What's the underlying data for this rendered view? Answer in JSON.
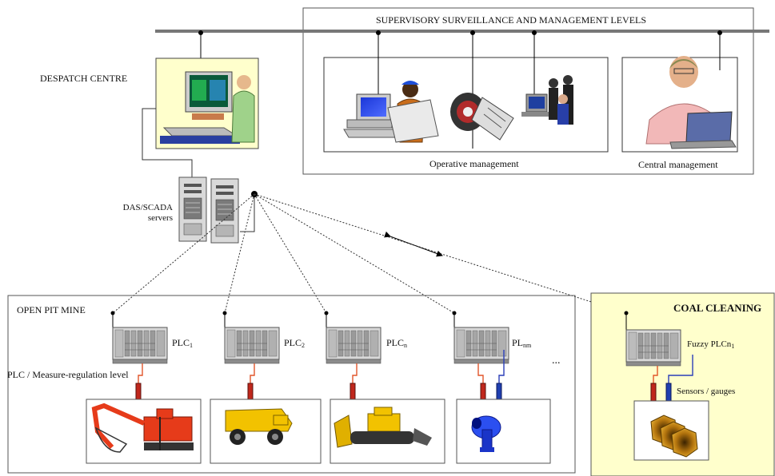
{
  "supervisory": {
    "title": "SUPERVISORY SURVEILLANCE AND MANAGEMENT LEVELS",
    "operative": "Operative management",
    "central": "Central management"
  },
  "despatch": {
    "title": "DESPATCH CENTRE"
  },
  "servers": {
    "line1": "DAS/SCADA",
    "line2": "servers"
  },
  "mine": {
    "title": "OPEN PIT MINE",
    "level": "PLC / Measure-regulation level",
    "ellipsis": "...",
    "plcs": [
      {
        "base": "PLC",
        "sub": "1"
      },
      {
        "base": "PLC",
        "sub": "2"
      },
      {
        "base": "PLC",
        "sub": "n"
      },
      {
        "base": "PL",
        "sub": "nm"
      }
    ]
  },
  "coal": {
    "title": "COAL CLEANING",
    "plc": {
      "base": "Fuzzy PLCn",
      "sub": "1"
    },
    "sensors": "Sensors / gauges"
  },
  "colors": {
    "coal_bg": "#ffffcc",
    "sensor_red": "#c0271c",
    "sensor_blue": "#1f3fb0",
    "wire_red": "#e2552a",
    "wire_blue": "#2a3fb8"
  }
}
